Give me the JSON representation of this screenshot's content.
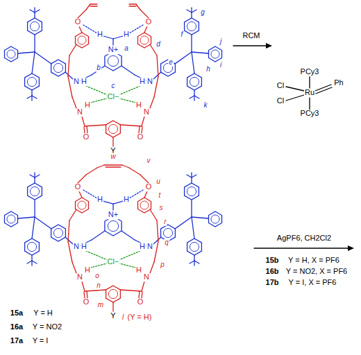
{
  "diagram": {
    "labels": [
      "a",
      "b",
      "c",
      "d",
      "e",
      "f",
      "g",
      "h",
      "i",
      "j",
      "k",
      "N+",
      "H",
      "H",
      "O",
      "O",
      "N",
      "H",
      "N",
      "H",
      "Cl−",
      "H",
      "N",
      "H",
      "N",
      "O",
      "O",
      "Y",
      "RCM",
      "Ph",
      "Cl",
      "Cl",
      "Ru",
      "PCy3",
      "PCy3",
      "N+",
      "H",
      "H",
      "O",
      "O",
      "N",
      "H",
      "N",
      "H",
      "Cl−",
      "H",
      "N",
      "H",
      "N",
      "O",
      "O",
      "Y",
      "v",
      "w",
      "u",
      "t",
      "s",
      "r",
      "q",
      "p",
      "o",
      "n",
      "m",
      "l",
      "(Y = H)",
      "AgPF6, CH2Cl2",
      "15b",
      "Y = H, X = PF6",
      "16b",
      "Y = NO2, X = PF6",
      "17b",
      "Y = I, X = PF6",
      "15a",
      "Y = H",
      "16a",
      "Y = NO2",
      "17a",
      "Y = I"
    ]
  }
}
